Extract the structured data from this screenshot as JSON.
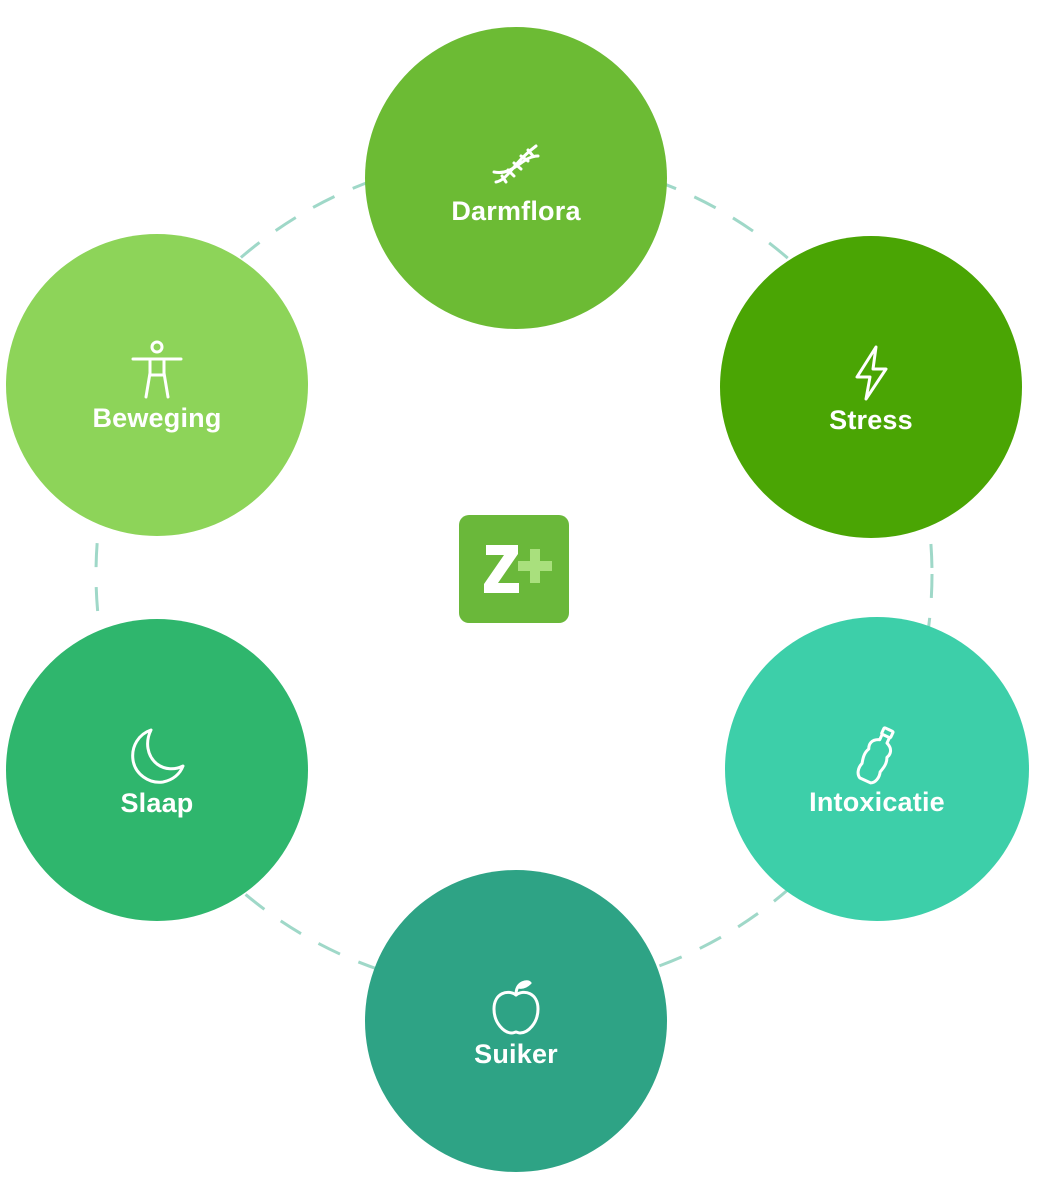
{
  "diagram": {
    "ring_color": "#9fd8c8",
    "center_logo": {
      "icon": "z-plus-logo-icon",
      "color": "#6ab83a"
    },
    "nodes": [
      {
        "id": "darmflora",
        "label": "Darmflora",
        "icon": "dna-icon",
        "color": "#6cbb34"
      },
      {
        "id": "stress",
        "label": "Stress",
        "icon": "lightning-bolt-icon",
        "color": "#4aa504"
      },
      {
        "id": "intoxicatie",
        "label": "Intoxicatie",
        "icon": "bottle-icon",
        "color": "#3dcfa9"
      },
      {
        "id": "suiker",
        "label": "Suiker",
        "icon": "apple-icon",
        "color": "#2ea385"
      },
      {
        "id": "slaap",
        "label": "Slaap",
        "icon": "moon-icon",
        "color": "#2fb66d"
      },
      {
        "id": "beweging",
        "label": "Beweging",
        "icon": "person-icon",
        "color": "#8dd459"
      }
    ]
  }
}
